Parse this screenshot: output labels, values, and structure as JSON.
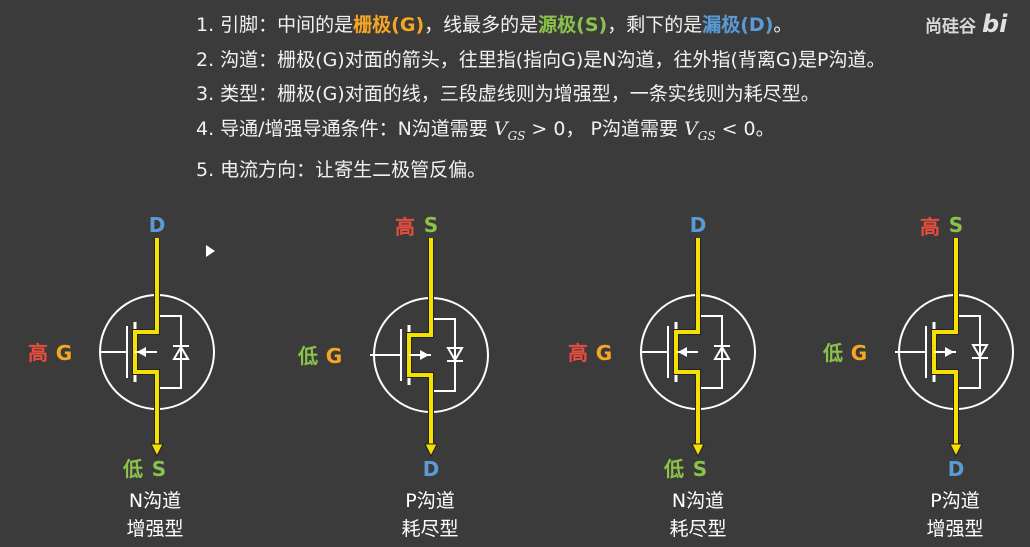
{
  "rules": [
    {
      "pre": "1. 引脚：中间的是",
      "g": "栅极(G)",
      "m1": "，线最多的是",
      "s": "源极(S)",
      "m2": "，剩下的是",
      "d": "漏极(D)",
      "end": "。"
    },
    {
      "text": "2. 沟道：栅极(G)对面的箭头，往里指(指向G)是N沟道，往外指(背离G)是P沟道。"
    },
    {
      "text": "3. 类型：栅极(G)对面的线，三段虚线则为增强型，一条实线则为耗尽型。"
    },
    {
      "pre": "4. 导通/增强导通条件：N沟道需要 ",
      "v1": "V",
      "sub1": "GS",
      "c1": " > 0，  P沟道需要 ",
      "v2": "V",
      "sub2": "GS",
      "c2": " < 0。"
    },
    {
      "text": "5. 电流方向：让寄生二极管反偏。"
    }
  ],
  "watermark": {
    "text": "尚硅谷",
    "logo": "bi"
  },
  "labels": {
    "D": "D",
    "S": "S",
    "G": "G",
    "high": "高",
    "low": "低"
  },
  "colors": {
    "pin_d": "#5b9bd5",
    "pin_s": "#8bc34a",
    "pin_g": "#f5a623",
    "high": "#e74c3c",
    "low": "#8bc34a",
    "current": "#f5e000",
    "line": "#ffffff"
  },
  "mosfets": [
    {
      "channel": "N沟道",
      "type": "增强型"
    },
    {
      "channel": "P沟道",
      "type": "耗尽型"
    },
    {
      "channel": "N沟道",
      "type": "耗尽型"
    },
    {
      "channel": "P沟道",
      "type": "增强型"
    }
  ]
}
